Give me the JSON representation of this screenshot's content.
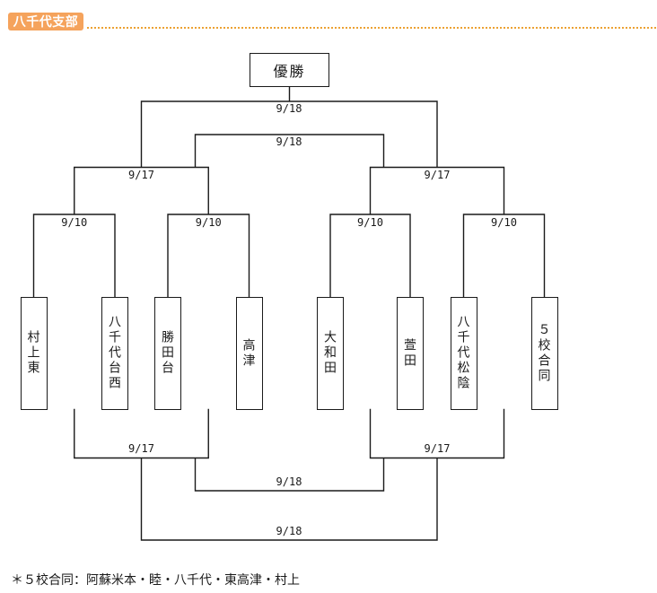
{
  "header": {
    "badge_label": "八千代支部"
  },
  "bracket": {
    "champion_label": "優勝",
    "teams": [
      {
        "name": "村上東"
      },
      {
        "name": "八千代台西"
      },
      {
        "name": "勝田台"
      },
      {
        "name": "高津"
      },
      {
        "name": "大和田"
      },
      {
        "name": "萱田"
      },
      {
        "name": "八千代松陰"
      },
      {
        "name": "５校合同"
      }
    ],
    "dates": {
      "top_final": "9/18",
      "top_second_final": "9/18",
      "top_semi_left": "9/17",
      "top_semi_right": "9/17",
      "qf_1": "9/10",
      "qf_2": "9/10",
      "qf_3": "9/10",
      "qf_4": "9/10",
      "bottom_semi_left": "9/17",
      "bottom_semi_right": "9/17",
      "bottom_second_final": "9/18",
      "bottom_final": "9/18"
    }
  },
  "footnote": "＊５校合同：阿蘇米本・睦・八千代・東高津・村上",
  "colors": {
    "badge_bg": "#f5a35c",
    "badge_text": "#ffffff",
    "dotted_divider": "#eca233",
    "bracket_line": "#1a1a1a"
  }
}
